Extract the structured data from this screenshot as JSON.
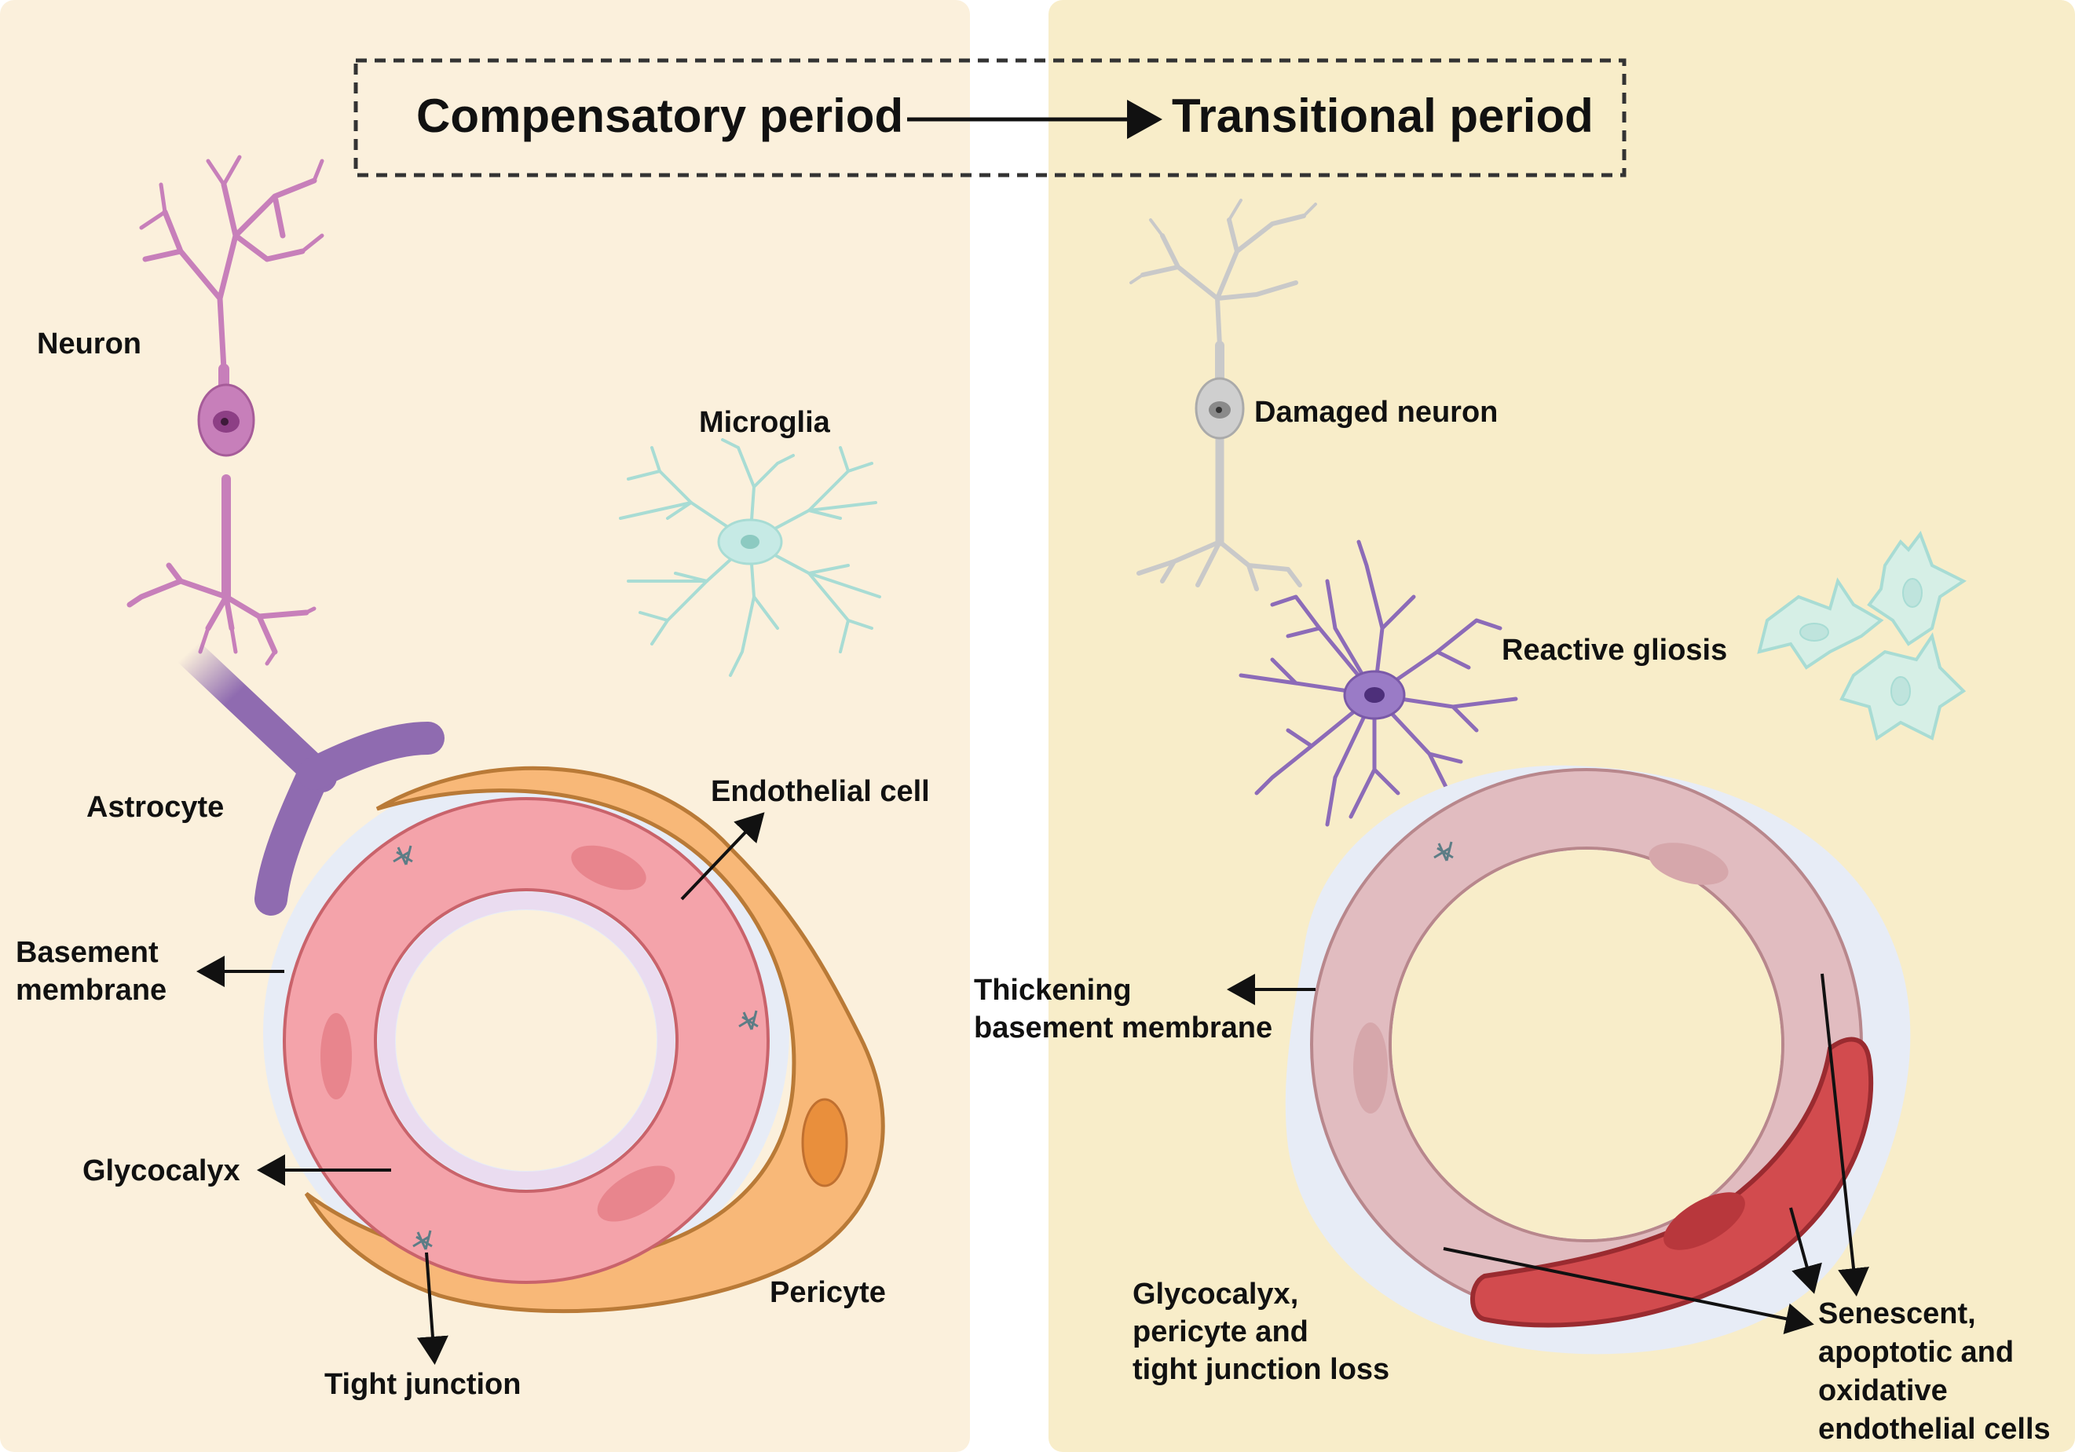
{
  "header": {
    "left_period": "Compensatory period",
    "right_period": "Transitional period"
  },
  "left_panel": {
    "neuron": "Neuron",
    "microglia": "Microglia",
    "astrocyte": "Astrocyte",
    "endothelial_cell": "Endothelial cell",
    "basement_membrane": [
      "Basement",
      "membrane"
    ],
    "glycocalyx": "Glycocalyx",
    "pericyte": "Pericyte",
    "tight_junction": "Tight junction"
  },
  "right_panel": {
    "damaged_neuron": "Damaged neuron",
    "reactive_gliosis": "Reactive gliosis",
    "thickening_basement_membrane": [
      "Thickening",
      "basement membrane"
    ],
    "loss_label": [
      "Glycocalyx,",
      "pericyte and",
      "tight junction loss"
    ],
    "senescent_label": [
      "Senescent,",
      "apoptotic and",
      "oxidative",
      "endothelial cells"
    ]
  },
  "colors": {
    "left_panel_bg": "#fbf0dc",
    "right_panel_bg": "#f8edc9",
    "neuron": "#c77fba",
    "damaged_neuron": "#c9c9c9",
    "microglia": "#a8dcd4",
    "astrocyte": "#8f6bb0",
    "reactive_astrocyte": "#8c6bb8",
    "endothelium": "#f4a3aa",
    "endothelium_stroke": "#c9636b",
    "pericyte": "#f8b878",
    "pericyte_stroke": "#b97a37",
    "basement_membrane": "#e7ecf6",
    "damaged_endothelium": "#e1bcc0",
    "oxidative_cell": "#d24b4e"
  }
}
